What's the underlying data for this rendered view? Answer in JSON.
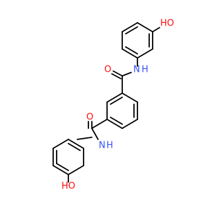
{
  "colors": {
    "bond": "#000000",
    "oxygen": "#ff0d0d",
    "nitrogen": "#3050f8",
    "background": "#ffffff"
  },
  "atoms": {
    "oh_top": "HO",
    "nh_upper": "N",
    "h_upper": "H",
    "o_upper": "O",
    "o_lower": "O",
    "nh_lower": "N",
    "h_lower": "H",
    "oh_bottom": "HO"
  }
}
